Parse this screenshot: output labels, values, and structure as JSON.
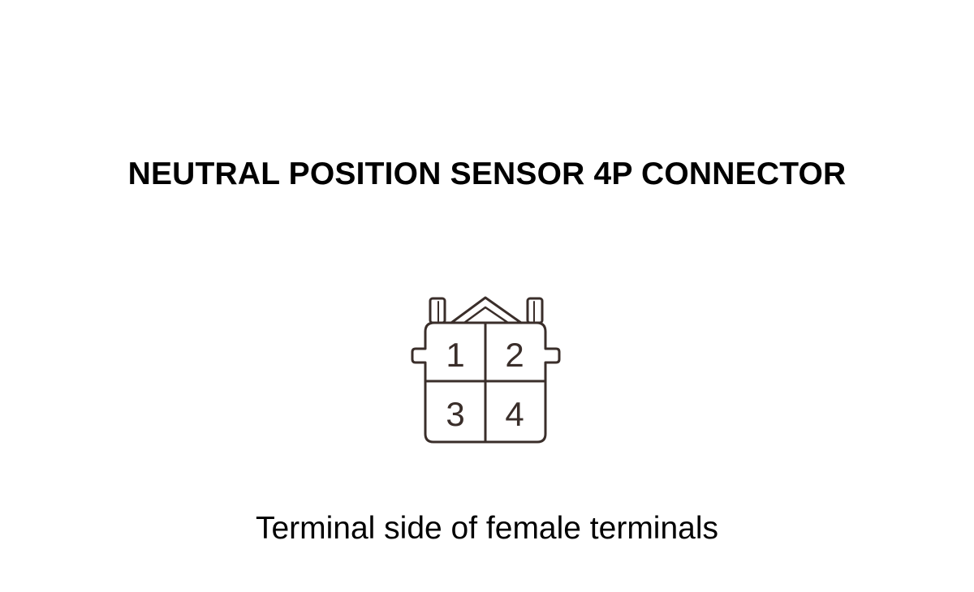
{
  "diagram": {
    "title": "NEUTRAL POSITION SENSOR 4P CONNECTOR",
    "caption": "Terminal side of female terminals",
    "connector": {
      "pins": [
        {
          "row": 0,
          "col": 0,
          "label": "1"
        },
        {
          "row": 0,
          "col": 1,
          "label": "2"
        },
        {
          "row": 1,
          "col": 0,
          "label": "3"
        },
        {
          "row": 1,
          "col": 1,
          "label": "4"
        }
      ],
      "line_color": "#3a2e2a"
    }
  }
}
